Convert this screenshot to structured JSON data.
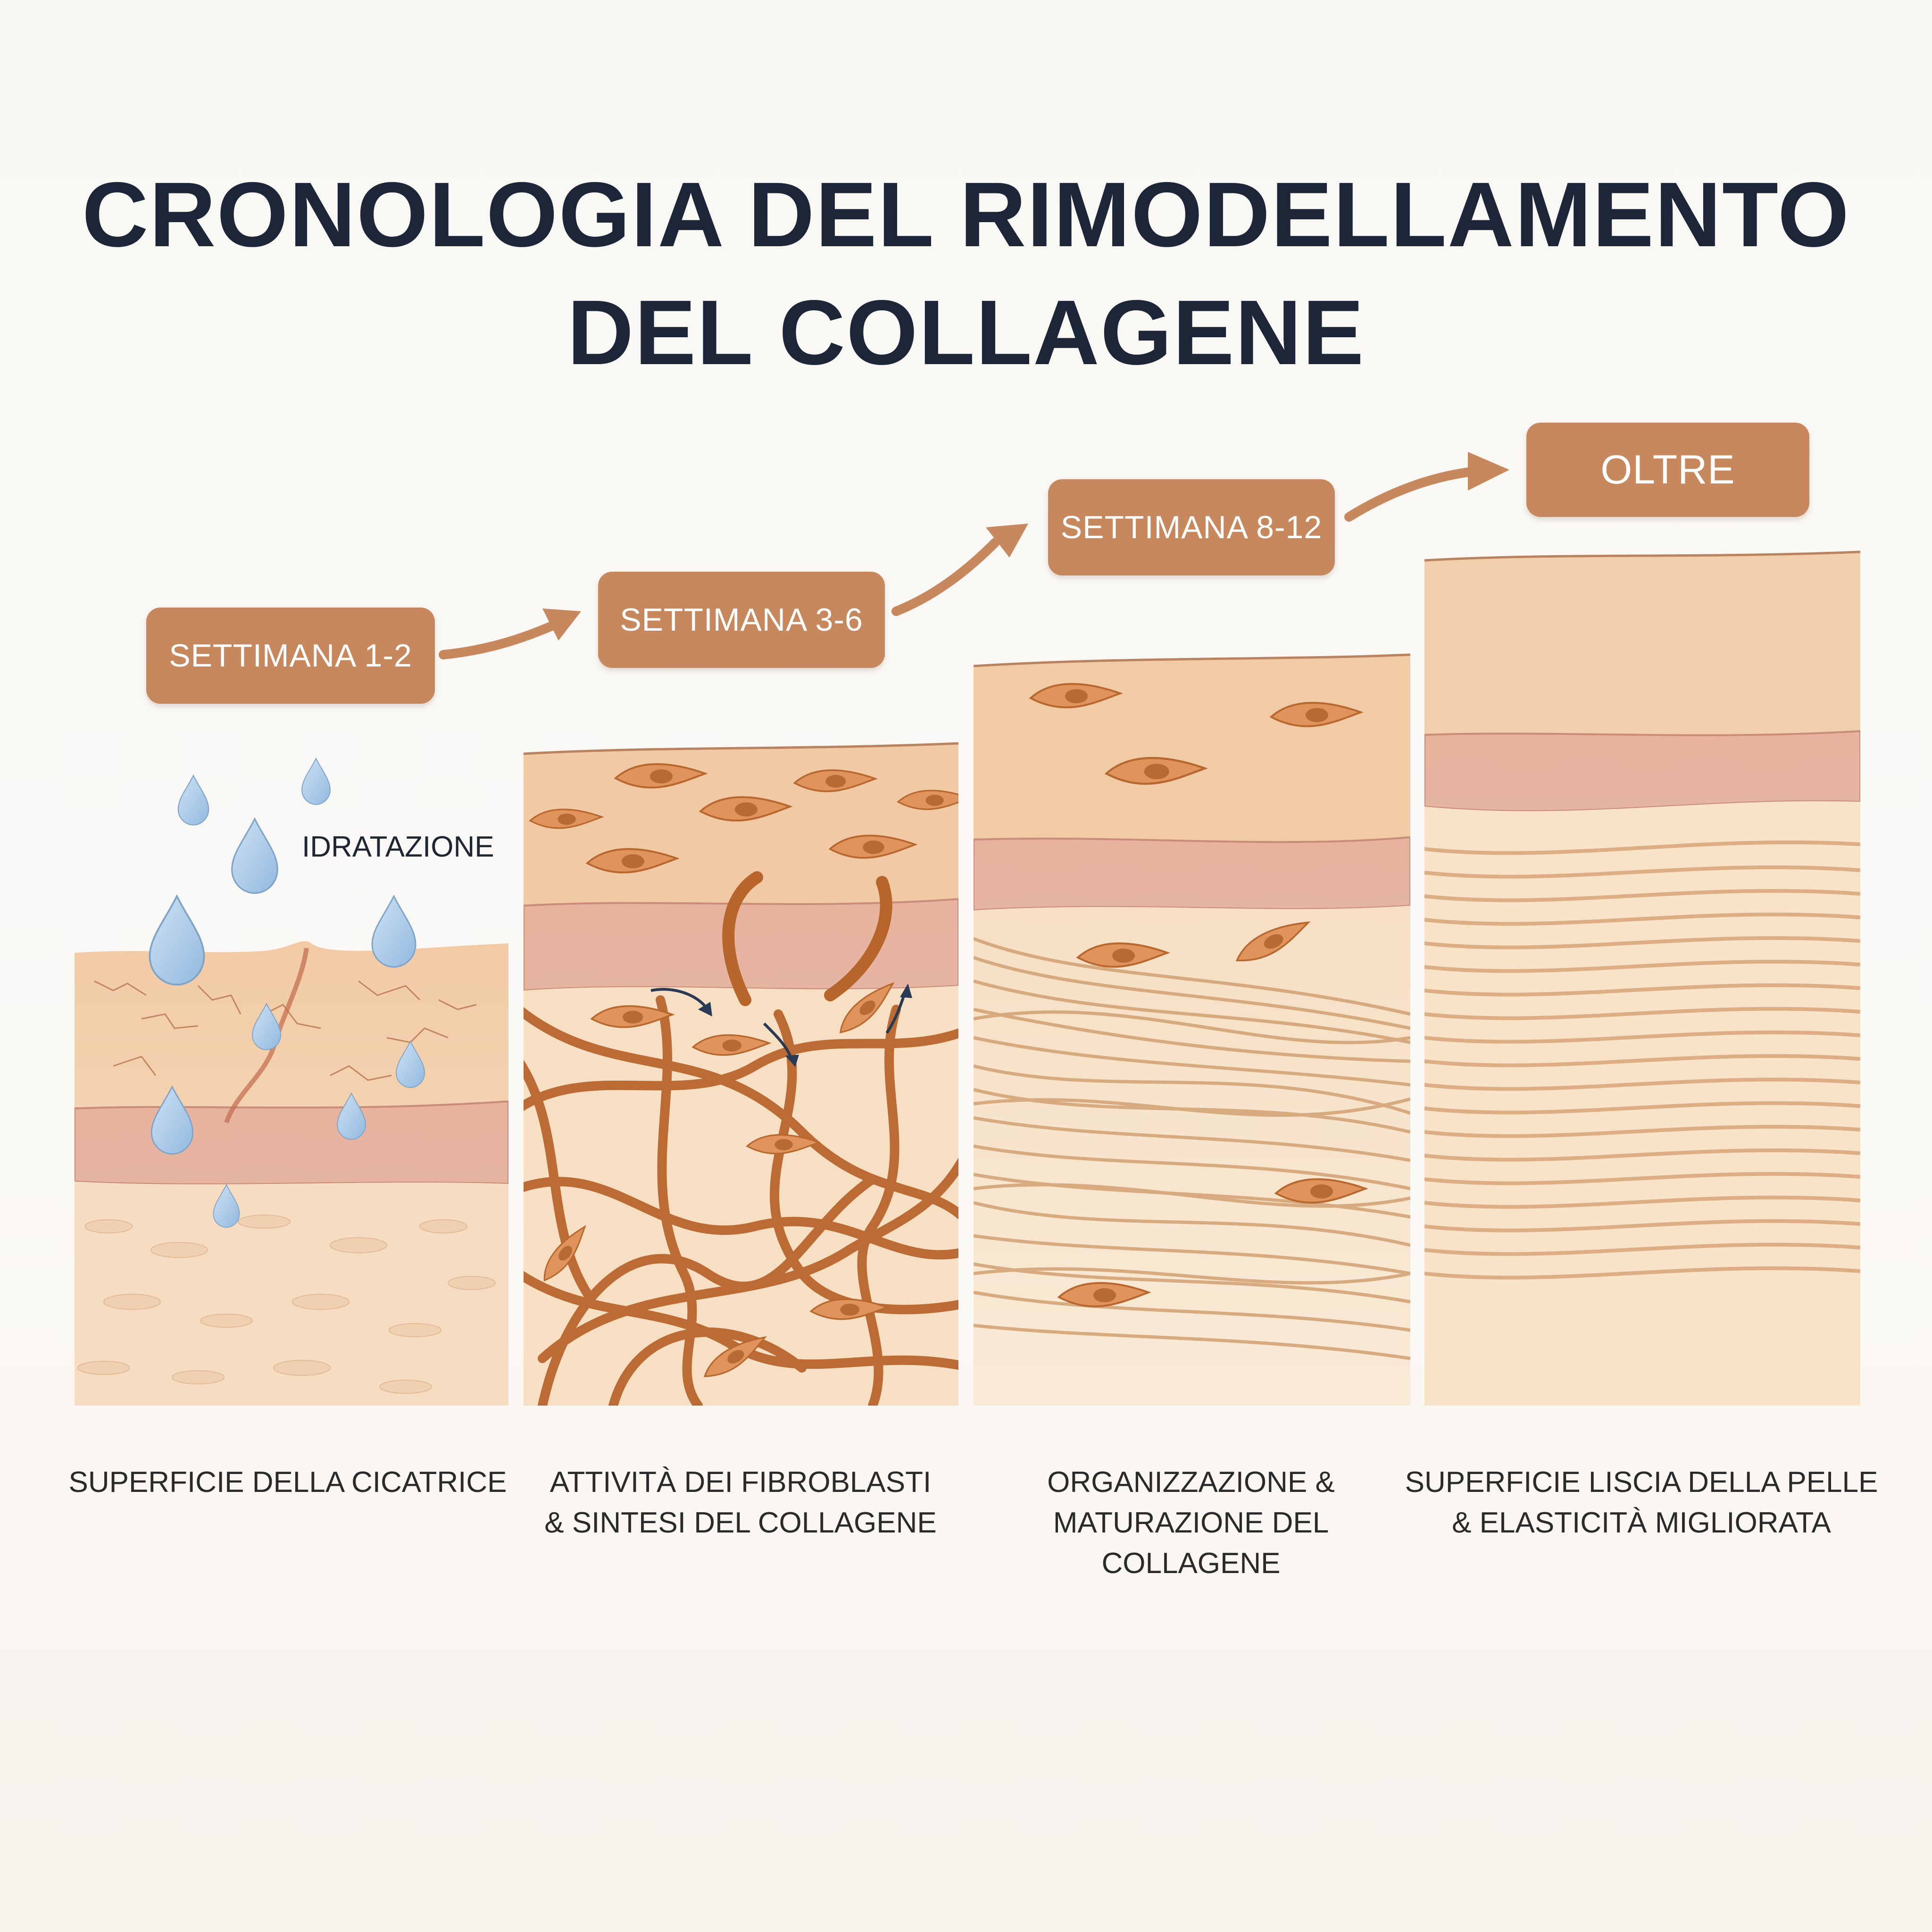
{
  "title": {
    "line1": "CRONOLOGIA DEL RIMODELLAMENTO",
    "line2": "DEL COLLAGENE"
  },
  "stages": [
    {
      "badge": "SETTIMANA 1-2",
      "caption": [
        "SUPERFICIE DELLA CICATRICE"
      ]
    },
    {
      "badge": "SETTIMANA 3-6",
      "caption": [
        "ATTIVITÀ DEI FIBROBLASTI",
        "& SINTESI DEL COLLAGENE"
      ]
    },
    {
      "badge": "SETTIMANA 8-12",
      "caption": [
        "ORGANIZZAZIONE &",
        "MATURAZIONE DEL",
        "COLLAGENE"
      ]
    },
    {
      "badge": "OLTRE",
      "caption": [
        "SUPERFICIE LISCIA DELLA PELLE",
        "& ELASTICITÀ MIGLIORATA"
      ]
    }
  ],
  "hydration_label": "IDRATAZIONE",
  "colors": {
    "title": "#1c2638",
    "badge": "#c6885c",
    "skin_top": "#f0c9a4",
    "dermis_band": "#e3ab98",
    "collagen_fiber": "#b8652c",
    "water_drop": "#a9c9e6",
    "fibroblast": "#e0935a"
  }
}
